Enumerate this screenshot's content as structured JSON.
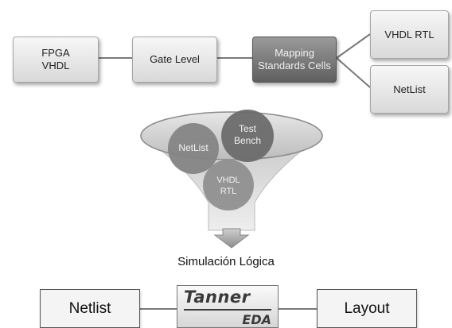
{
  "flow": {
    "fpga": "FPGA\nVHDL",
    "gate_level": "Gate Level",
    "mapping": "Mapping\nStandards Cells",
    "vhdl_rtl": "VHDL RTL",
    "netlist": "NetList"
  },
  "funnel": {
    "circle_netlist": "NetList",
    "circle_testbench": "Test\nBench",
    "circle_vhdl": "VHDL\nRTL"
  },
  "simulation_label": "Simulación Lógica",
  "bottom": {
    "netlist": "Netlist",
    "tanner_logo": "Tanner",
    "tanner_sub": "EDA",
    "layout": "Layout"
  }
}
